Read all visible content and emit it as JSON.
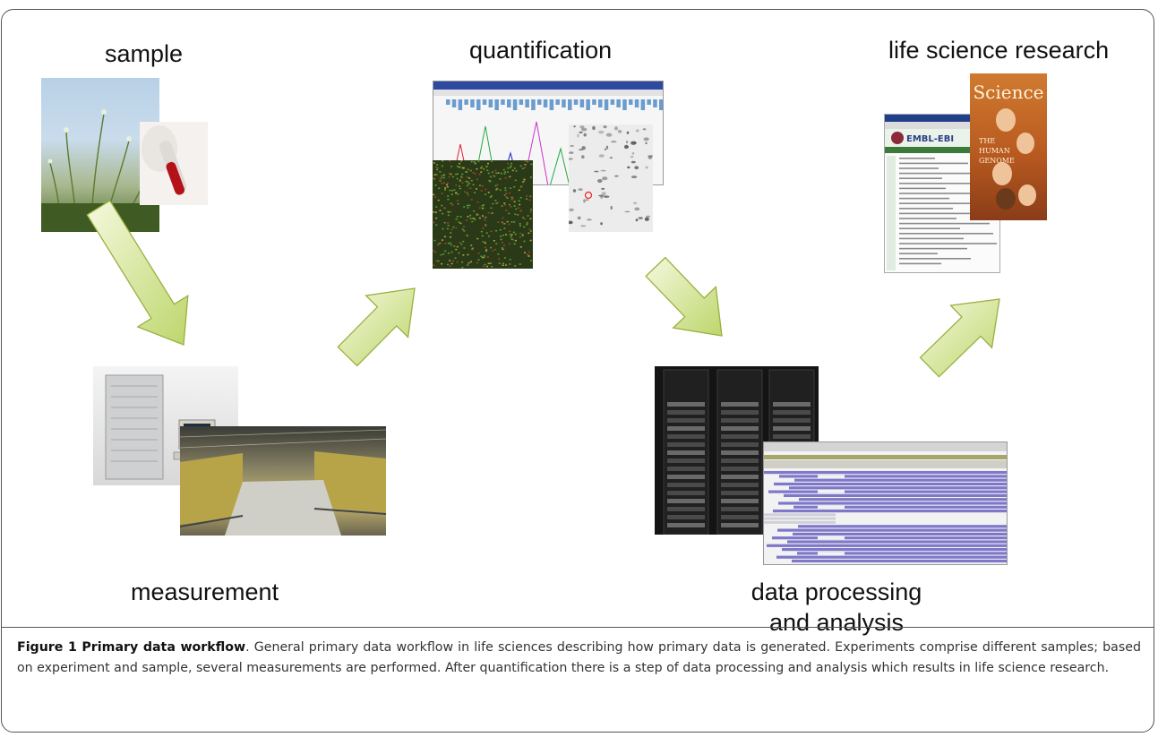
{
  "stages": {
    "sample": "sample",
    "quantification": "quantification",
    "life_science": "life science research",
    "measurement": "measurement",
    "data_processing_line1": "data processing",
    "data_processing_line2": "and analysis"
  },
  "science_cover": {
    "masthead": "Science",
    "headline_1": "THE",
    "headline_2": "HUMAN",
    "headline_3": "GENOME"
  },
  "ebi_logo": "EMBL-EBI",
  "caption": {
    "title": "Figure 1 Primary data workflow",
    "text": ". General primary data workflow in life sciences describing how primary data is generated. Experiments comprise different samples; based on experiment and sample, several measurements are performed. After quantification there is a step of data processing and analysis which results in life science research."
  },
  "colors": {
    "arrow_fill_light": "#f3f8d8",
    "arrow_fill_dark": "#bcd66a",
    "arrow_stroke": "#9ab040",
    "frame": "#555555"
  }
}
